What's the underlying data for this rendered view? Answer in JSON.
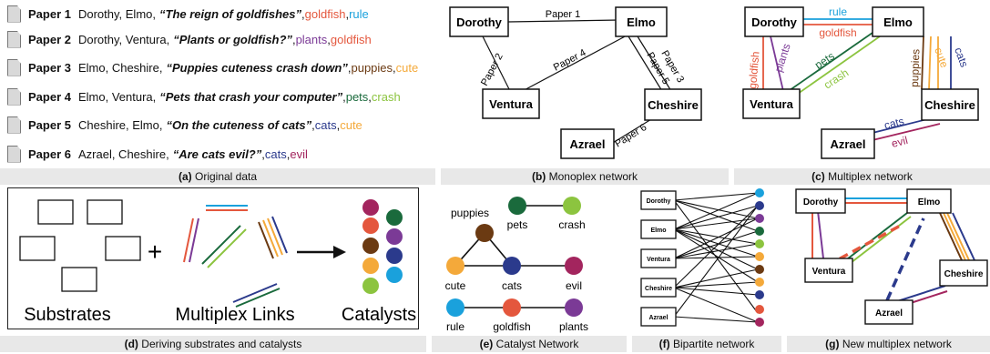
{
  "colors": {
    "goldfish": "#e4573d",
    "rule": "#1aa1dc",
    "plants": "#7b3a96",
    "puppies": "#6b3a12",
    "cute": "#f4a93a",
    "pets": "#1a6a3c",
    "crash": "#8cc43f",
    "cats": "#2b3a8c",
    "evil": "#a3255e",
    "caption_bg": "#e8e8e8"
  },
  "papers": [
    {
      "id": "Paper 1",
      "authors": "Dorothy, Elmo,",
      "title": "“The reign of goldfishes”",
      "kw": [
        "goldfish",
        "rule"
      ]
    },
    {
      "id": "Paper 2",
      "authors": "Dorothy, Ventura,",
      "title": "“Plants or goldfish?”",
      "kw": [
        "plants",
        "goldfish"
      ]
    },
    {
      "id": "Paper 3",
      "authors": "Elmo, Cheshire,",
      "title": "“Puppies cuteness crash down”",
      "kw": [
        "puppies",
        "cute"
      ]
    },
    {
      "id": "Paper 4",
      "authors": "Elmo, Ventura,",
      "title": "“Pets that crash your computer”",
      "kw": [
        "pets",
        "crash"
      ]
    },
    {
      "id": "Paper 5",
      "authors": "Cheshire, Elmo,",
      "title": "“On the cuteness of cats”",
      "kw": [
        "cats",
        "cute"
      ]
    },
    {
      "id": "Paper 6",
      "authors": "Azrael, Cheshire,",
      "title": "“Are cats evil?”",
      "kw": [
        "cats",
        "evil"
      ]
    }
  ],
  "captions": {
    "a": {
      "tag": "(a)",
      "text": "Original data"
    },
    "b": {
      "tag": "(b)",
      "text": "Monoplex network"
    },
    "c": {
      "tag": "(c)",
      "text": "Multiplex network"
    },
    "d": {
      "tag": "(d)",
      "text": "Deriving substrates and catalysts"
    },
    "e": {
      "tag": "(e)",
      "text": "Catalyst Network"
    },
    "f": {
      "tag": "(f)",
      "text": "Bipartite network"
    },
    "g": {
      "tag": "(g)",
      "text": "New multiplex network"
    }
  },
  "nodes": {
    "dorothy": "Dorothy",
    "elmo": "Elmo",
    "ventura": "Ventura",
    "cheshire": "Cheshire",
    "azrael": "Azrael"
  },
  "mono_edges": {
    "p1": "Paper 1",
    "p2": "Paper 2",
    "p3": "Paper 3",
    "p4": "Paper 4",
    "p5": "Paper 5",
    "p6": "Paper 6"
  },
  "keywords": {
    "goldfish": "goldfish",
    "plants": "plants",
    "rule": "rule",
    "pets": "pets",
    "crash": "crash",
    "puppies": "puppies",
    "cute": "cute",
    "cats": "cats",
    "evil": "evil"
  },
  "deriving": {
    "substrates": "Substrates",
    "plus": "+",
    "links": "Multiplex Links",
    "catalysts": "Catalysts"
  }
}
